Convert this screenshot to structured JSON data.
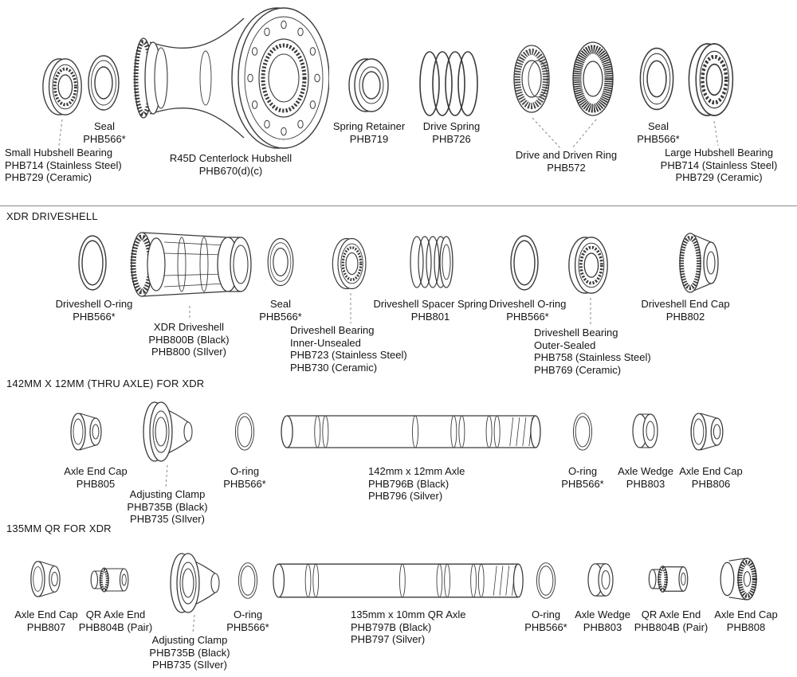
{
  "colors": {
    "line": "#3a3a3a",
    "text": "#141414",
    "background": "#ffffff",
    "leader": "#888888"
  },
  "sections": [
    {
      "id": "hubshell-assembly",
      "title": "",
      "parts": [
        {
          "id": "small-hubshell-bearing",
          "lines": [
            "Small Hubshell Bearing",
            "PHB714 (Stainless Steel)",
            "PHB729 (Ceramic)"
          ]
        },
        {
          "id": "seal-left",
          "lines": [
            "Seal",
            "PHB566*"
          ]
        },
        {
          "id": "hubshell",
          "lines": [
            "R45D Centerlock Hubshell",
            "PHB670(d)(c)"
          ]
        },
        {
          "id": "spring-retainer",
          "lines": [
            "Spring Retainer",
            "PHB719"
          ]
        },
        {
          "id": "drive-spring",
          "lines": [
            "Drive Spring",
            "PHB726"
          ]
        },
        {
          "id": "drive-and-driven-ring",
          "lines": [
            "Drive and Driven Ring",
            "PHB572"
          ]
        },
        {
          "id": "seal-right",
          "lines": [
            "Seal",
            "PHB566*"
          ]
        },
        {
          "id": "large-hubshell-bearing",
          "lines": [
            "Large Hubshell Bearing",
            "PHB714 (Stainless Steel)",
            "PHB729 (Ceramic)"
          ]
        }
      ]
    },
    {
      "id": "xdr-driveshell",
      "title": "XDR DRIVESHELL",
      "parts": [
        {
          "id": "driveshell-oring-1",
          "lines": [
            "Driveshell O-ring",
            "PHB566*"
          ]
        },
        {
          "id": "xdr-driveshell",
          "lines": [
            "XDR Driveshell",
            "PHB800B (Black)",
            "PHB800 (SIlver)"
          ]
        },
        {
          "id": "driveshell-seal",
          "lines": [
            "Seal",
            "PHB566*"
          ]
        },
        {
          "id": "driveshell-bearing-inner",
          "lines": [
            "Driveshell Bearing",
            "Inner-Unsealed",
            "PHB723 (Stainless Steel)",
            "PHB730 (Ceramic)"
          ]
        },
        {
          "id": "driveshell-spacer-spring",
          "lines": [
            "Driveshell Spacer Spring",
            "PHB801"
          ]
        },
        {
          "id": "driveshell-oring-2",
          "lines": [
            "Driveshell O-ring",
            "PHB566*"
          ]
        },
        {
          "id": "driveshell-bearing-outer",
          "lines": [
            "Driveshell Bearing",
            "Outer-Sealed",
            "PHB758 (Stainless Steel)",
            "PHB769 (Ceramic)"
          ]
        },
        {
          "id": "driveshell-end-cap",
          "lines": [
            "Driveshell End Cap",
            "PHB802"
          ]
        }
      ]
    },
    {
      "id": "thru-axle-142",
      "title": "142MM X 12MM (THRU AXLE) FOR XDR",
      "parts": [
        {
          "id": "axle-end-cap-805",
          "lines": [
            "Axle End Cap",
            "PHB805"
          ]
        },
        {
          "id": "adjusting-clamp-1",
          "lines": [
            "Adjusting Clamp",
            "PHB735B (Black)",
            "PHB735 (SIlver)"
          ]
        },
        {
          "id": "oring-142-left",
          "lines": [
            "O-ring",
            "PHB566*"
          ]
        },
        {
          "id": "axle-142",
          "lines": [
            "142mm x 12mm Axle",
            "PHB796B (Black)",
            "PHB796 (Silver)"
          ]
        },
        {
          "id": "oring-142-right",
          "lines": [
            "O-ring",
            "PHB566*"
          ]
        },
        {
          "id": "axle-wedge-1",
          "lines": [
            "Axle Wedge",
            "PHB803"
          ]
        },
        {
          "id": "axle-end-cap-806",
          "lines": [
            "Axle End Cap",
            "PHB806"
          ]
        }
      ]
    },
    {
      "id": "qr-135",
      "title": "135MM QR FOR XDR",
      "parts": [
        {
          "id": "axle-end-cap-807",
          "lines": [
            "Axle End Cap",
            "PHB807"
          ]
        },
        {
          "id": "qr-axle-end-1",
          "lines": [
            "QR Axle End",
            "PHB804B (Pair)"
          ]
        },
        {
          "id": "adjusting-clamp-2",
          "lines": [
            "Adjusting Clamp",
            "PHB735B (Black)",
            "PHB735 (SIlver)"
          ]
        },
        {
          "id": "oring-135-left",
          "lines": [
            "O-ring",
            "PHB566*"
          ]
        },
        {
          "id": "axle-135",
          "lines": [
            "135mm x 10mm QR Axle",
            "PHB797B (Black)",
            "PHB797 (Silver)"
          ]
        },
        {
          "id": "oring-135-right",
          "lines": [
            "O-ring",
            "PHB566*"
          ]
        },
        {
          "id": "axle-wedge-2",
          "lines": [
            "Axle Wedge",
            "PHB803"
          ]
        },
        {
          "id": "qr-axle-end-2",
          "lines": [
            "QR Axle End",
            "PHB804B (Pair)"
          ]
        },
        {
          "id": "axle-end-cap-808",
          "lines": [
            "Axle End Cap",
            "PHB808"
          ]
        }
      ]
    }
  ]
}
